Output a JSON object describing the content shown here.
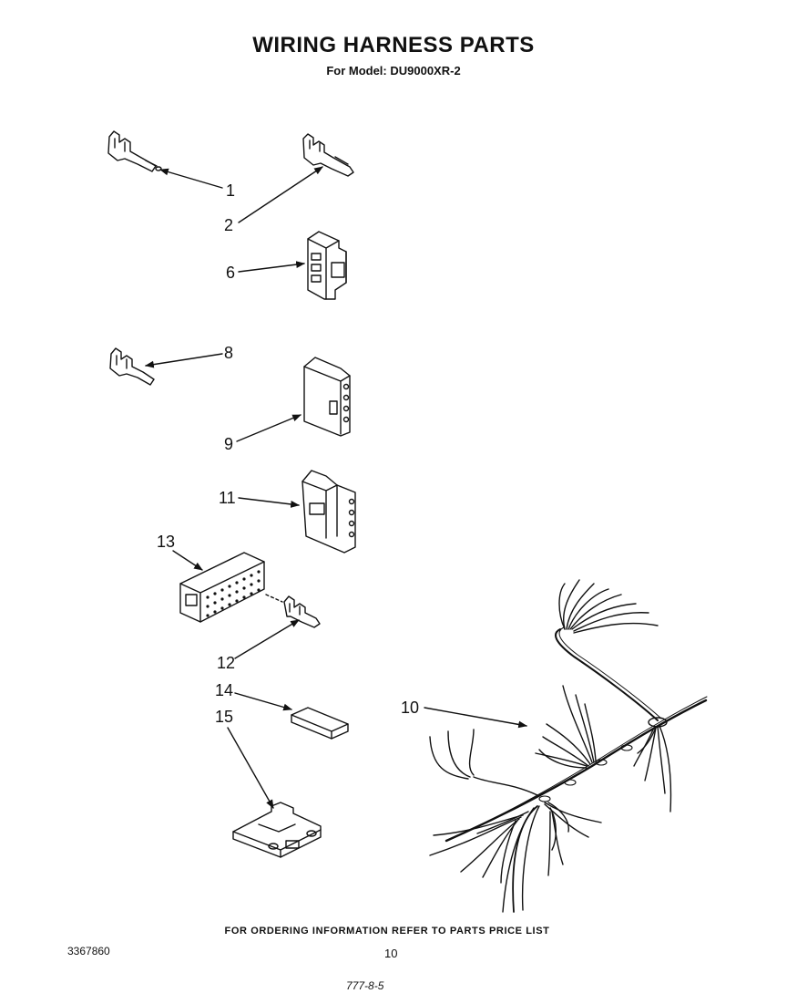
{
  "header": {
    "title": "WIRING HARNESS PARTS",
    "subtitle": "For Model: DU9000XR-2"
  },
  "callouts": [
    "1",
    "2",
    "6",
    "8",
    "9",
    "11",
    "13",
    "12",
    "14",
    "15",
    "10"
  ],
  "footer": {
    "ordering_note": "FOR ORDERING INFORMATION REFER TO PARTS PRICE LIST",
    "doc_number": "3367860",
    "page_number": "10",
    "handwritten_date": "777-8-5"
  }
}
